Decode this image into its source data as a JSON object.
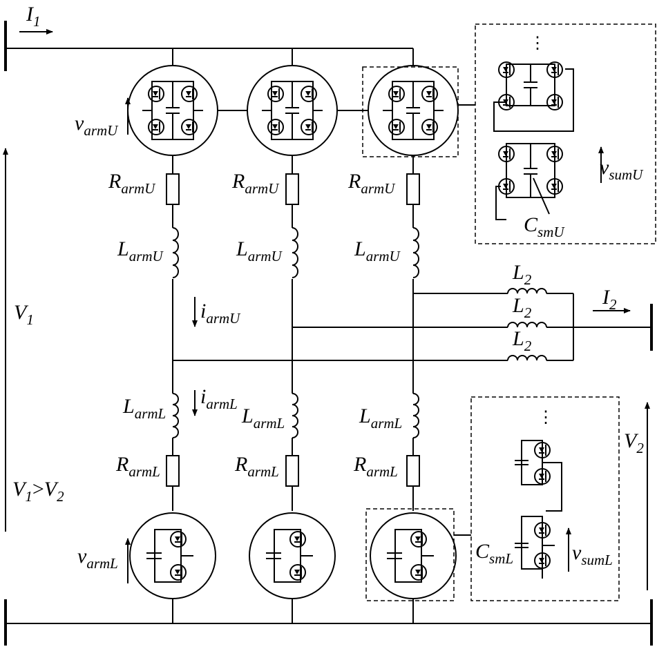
{
  "labels": {
    "i1": {
      "main": "I",
      "sub": "1"
    },
    "i2": {
      "main": "I",
      "sub": "2"
    },
    "v1": {
      "main": "V",
      "sub": "1"
    },
    "v2": {
      "main": "V",
      "sub": "2"
    },
    "compare": {
      "a_main": "V",
      "a_sub": "1",
      "op": ">",
      "b_main": "V",
      "b_sub": "2"
    },
    "v_arm_u": {
      "main": "v",
      "sub": "armU"
    },
    "v_arm_l": {
      "main": "v",
      "sub": "armL"
    },
    "r_arm_u": {
      "main": "R",
      "sub": "armU"
    },
    "r_arm_l": {
      "main": "R",
      "sub": "armL"
    },
    "l_arm_u": {
      "main": "L",
      "sub": "armU"
    },
    "l_arm_l": {
      "main": "L",
      "sub": "armL"
    },
    "i_arm_u": {
      "main": "i",
      "sub": "armU"
    },
    "i_arm_l": {
      "main": "i",
      "sub": "armL"
    },
    "l2": {
      "main": "L",
      "sub": "2"
    },
    "v_sum_u": {
      "main": "v",
      "sub": "sumU"
    },
    "v_sum_l": {
      "main": "v",
      "sub": "sumL"
    },
    "c_sm_u": {
      "main": "C",
      "sub": "smU"
    },
    "c_sm_l": {
      "main": "C",
      "sub": "smL"
    },
    "ellipsis": "⋮"
  },
  "colors": {
    "line": "#000000",
    "background": "#ffffff"
  }
}
